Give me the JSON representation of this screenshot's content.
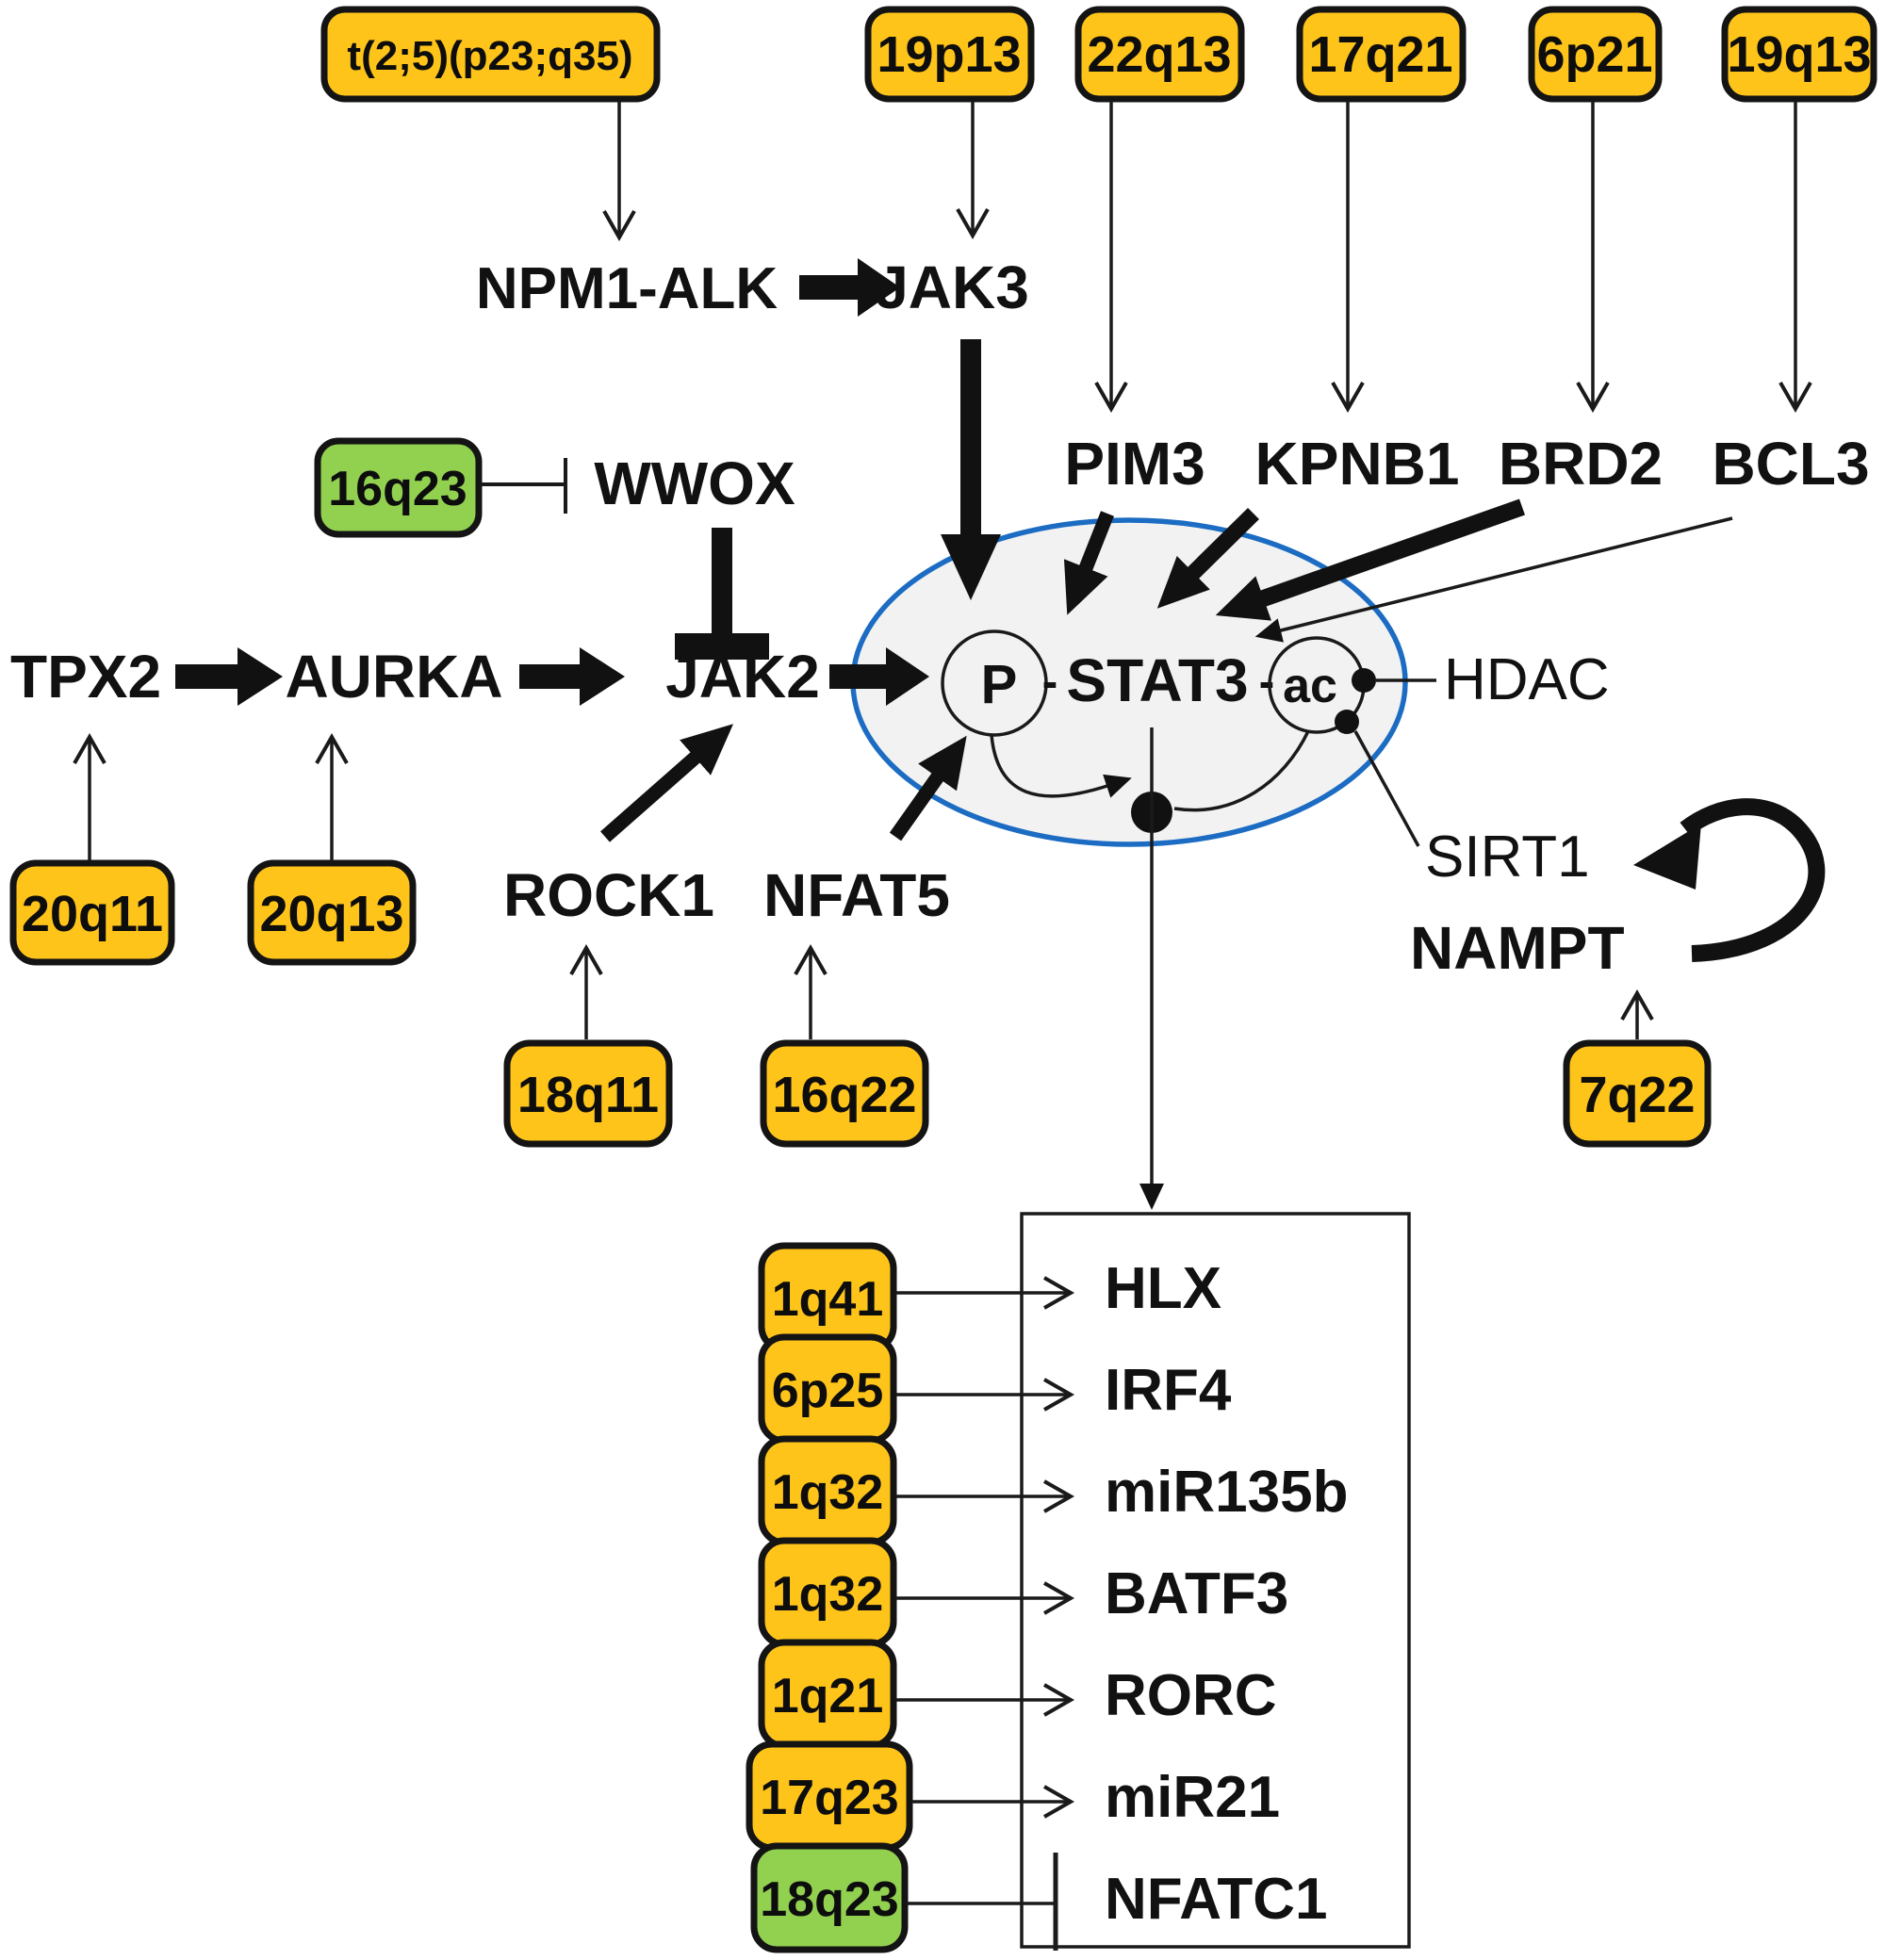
{
  "boxes": {
    "t25": "t(2;5)(p23;q35)",
    "b19p13": "19p13",
    "b22q13": "22q13",
    "b17q21": "17q21",
    "b6p21": "6p21",
    "b19q13": "19q13",
    "b16q23": "16q23",
    "b20q11": "20q11",
    "b20q13": "20q13",
    "b18q11": "18q11",
    "b16q22": "16q22",
    "b7q22": "7q22",
    "b1q41": "1q41",
    "b6p25": "6p25",
    "b1q32a": "1q32",
    "b1q32b": "1q32",
    "b1q21": "1q21",
    "b17q23": "17q23",
    "b18q23": "18q23"
  },
  "labels": {
    "npm1alk": "NPM1-ALK",
    "jak3": "JAK3",
    "wwox": "WWOX",
    "pim3": "PIM3",
    "kpnb1": "KPNB1",
    "brd2": "BRD2",
    "bcl3": "BCL3",
    "tpx2": "TPX2",
    "aurka": "AURKA",
    "jak2": "JAK2",
    "p": "P",
    "dash_left": "-",
    "stat3": "STAT3",
    "dash_right": "-",
    "ac": "ac",
    "hdac": "HDAC",
    "sirt1": "SIRT1",
    "nampt": "NAMPT",
    "rock1": "ROCK1",
    "nfat5": "NFAT5"
  },
  "targets": {
    "hlx": "HLX",
    "irf4": "IRF4",
    "mir135b": "miR135b",
    "batf3": "BATF3",
    "rorc": "RORC",
    "mir21": "miR21",
    "nfatc1": "NFATC1"
  },
  "colors": {
    "box_yellow": "#FFC41A",
    "box_green": "#92D050",
    "gene_blue": "#1E87D6",
    "ellipse_fill": "#F2F2F2",
    "ellipse_stroke": "#1B6CC2",
    "line_black": "#111111"
  }
}
